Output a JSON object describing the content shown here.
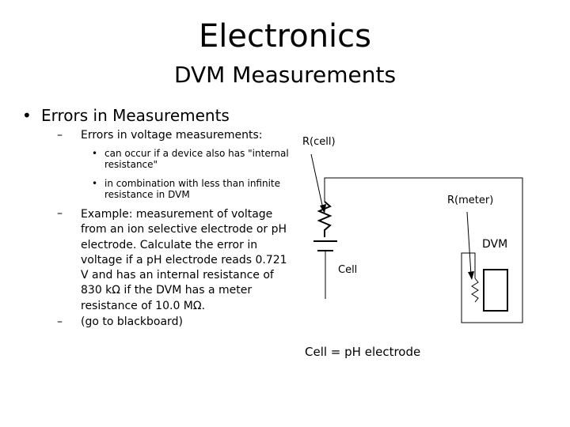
{
  "slide": {
    "title": "Electronics",
    "subtitle": "DVM Measurements",
    "bullet": "Errors in Measurements",
    "items": [
      {
        "dash": "–",
        "text": "Errors in voltage measurements:",
        "subitems": [
          {
            "dot": "•",
            "text": "can occur if a device also has \"internal resistance\""
          },
          {
            "dot": "•",
            "text": "in combination with less than infinite resistance in DVM"
          }
        ]
      },
      {
        "dash": "–",
        "text": "Example:  measurement of voltage from an ion selective electrode or pH electrode.  Calculate the error in voltage if a pH electrode reads 0.721 V and has an internal resistance of 830 kΩ if the DVM has a meter resistance of 10.0 MΩ."
      },
      {
        "dash": "–",
        "text": "(go to blackboard)"
      }
    ],
    "bullet_symbol": "•"
  },
  "diagram": {
    "r_cell_label": "R(cell)",
    "r_meter_label": "R(meter)",
    "dvm_label": "DVM",
    "cell_label": "Cell",
    "caption": "Cell = pH electrode"
  }
}
